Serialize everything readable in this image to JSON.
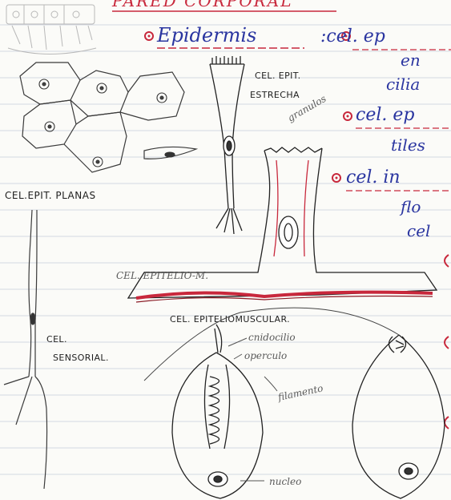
{
  "header": {
    "title": "PARED CORPORAL"
  },
  "blue_notes": {
    "epidermis": "Epidermis",
    "cel_ep": ":cel. ep",
    "en": "en",
    "cilia": "cilia",
    "cel_ep2": "cel. ep",
    "tiles": "tiles",
    "cel_in": "cel. in",
    "flo": "flo",
    "cel": "cel"
  },
  "labels": {
    "planas": "CEL.EPIT. PLANAS",
    "estrecha_1": "CEL. EPIT.",
    "estrecha_2": "ESTRECHA",
    "granulos": "granulos",
    "epitelio_m": "CEL. EPITELIO-M.",
    "sensorial_1": "CEL.",
    "sensorial_2": "SENSORIAL.",
    "epitelio_musc": "CEL. EPITELIOMUSCULAR.",
    "cnidocilio": "cnidocilio",
    "operculo": "operculo",
    "filamento": "filamento",
    "nucleo": "nucleo"
  },
  "colors": {
    "ink": "#1e1e1e",
    "blue": "#2a35a0",
    "red": "#c8283c",
    "rule": "#cfd4df",
    "margin": "#e48b95"
  }
}
